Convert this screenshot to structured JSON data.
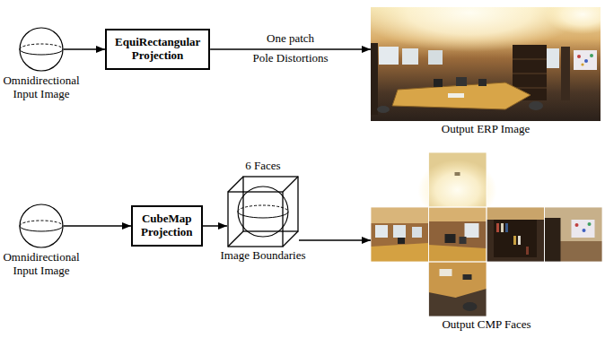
{
  "diagram": {
    "nodes": [
      {
        "text": [
          "Omnidirectional Input Image"
        ]
      },
      {
        "text": [
          "EquiRectangular Projection"
        ]
      },
      {
        "text": [
          "Output ERP Image"
        ]
      },
      {
        "text": [
          "Omnidirectional Input Image"
        ]
      },
      {
        "text": [
          "CubeMap Projection"
        ]
      },
      {
        "text": [
          "6 Faces",
          "Image Boundaries"
        ]
      },
      {
        "text": [
          "Output CMP Faces"
        ]
      }
    ],
    "edges": [
      {
        "from": 0,
        "to": 1,
        "arrow": "to"
      },
      {
        "from": 1,
        "to": 2,
        "arrow": "to",
        "label": "One patch"
      },
      {
        "from": 3,
        "to": 4,
        "arrow": "to"
      },
      {
        "from": 4,
        "to": 5,
        "arrow": "to"
      },
      {
        "from": 5,
        "to": 6,
        "arrow": "to"
      }
    ],
    "labels": [
      "Pole Distortions"
    ]
  }
}
